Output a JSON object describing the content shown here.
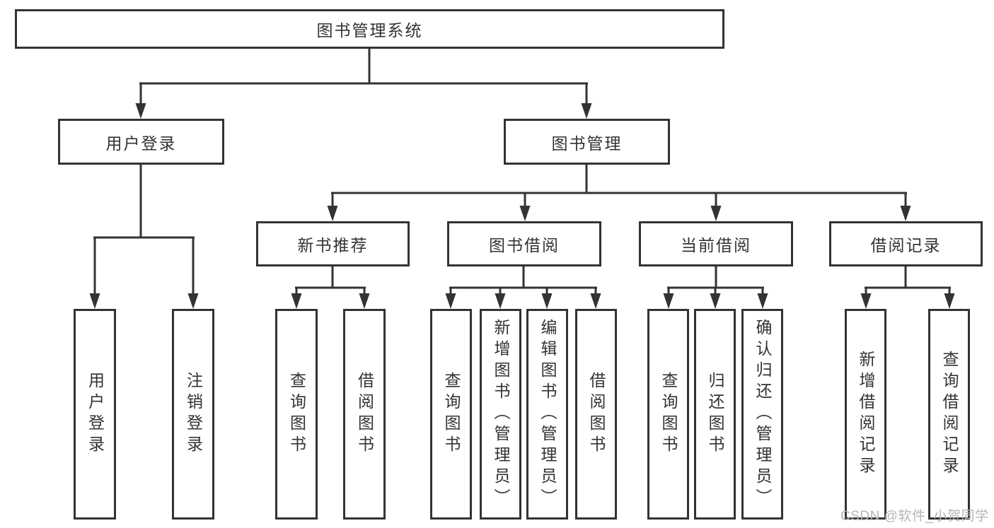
{
  "tree": {
    "root": {
      "label": "图书管理系统"
    },
    "branches": [
      {
        "label": "用户登录",
        "leaves": [
          {
            "label": "用户登录"
          },
          {
            "label": "注销登录"
          }
        ]
      },
      {
        "label": "图书管理",
        "groups": [
          {
            "label": "新书推荐",
            "leaves": [
              {
                "label": "查询图书"
              },
              {
                "label": "借阅图书"
              }
            ]
          },
          {
            "label": "图书借阅",
            "leaves": [
              {
                "label": "查询图书"
              },
              {
                "label": "新增图书（管理员）"
              },
              {
                "label": "编辑图书（管理员）"
              },
              {
                "label": "借阅图书"
              }
            ]
          },
          {
            "label": "当前借阅",
            "leaves": [
              {
                "label": "查询图书"
              },
              {
                "label": "归还图书"
              },
              {
                "label": "确认归还（管理员）"
              }
            ]
          },
          {
            "label": "借阅记录",
            "leaves": [
              {
                "label": "新增借阅记录"
              },
              {
                "label": "查询借阅记录"
              }
            ]
          }
        ]
      }
    ]
  },
  "watermark": {
    "text": "CSDN @软件_小贺同学",
    "color": "#b5b5b5"
  },
  "colors": {
    "line": "#333333",
    "box_border": "#333333",
    "text": "#333333",
    "background": "#ffffff"
  }
}
